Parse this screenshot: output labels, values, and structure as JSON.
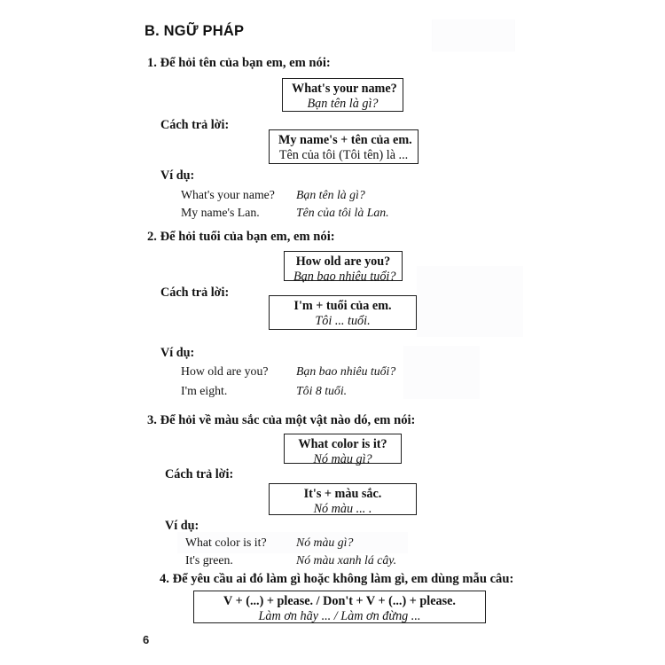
{
  "document": {
    "section_title": "B. NGỮ PHÁP",
    "page_number": "6",
    "labels": {
      "answer_way": "Cách trả lời:",
      "example": "Ví dụ:"
    }
  },
  "items": [
    {
      "heading": "1. Để hỏi tên của bạn em, em nói:",
      "question_box": {
        "en": "What's your name?",
        "vi": "Bạn tên là gì?",
        "vi_italic": true
      },
      "answer_label": "Cách trả lời:",
      "answer_box": {
        "en": "My name's + tên của em.",
        "vi": "Tên của tôi (Tôi tên) là ...",
        "vi_italic": false
      },
      "example_label": "Ví dụ:",
      "examples": [
        {
          "en": "What's your name?",
          "vi": "Bạn tên là gì?"
        },
        {
          "en": "My name's Lan.",
          "vi": "Tên của tôi là Lan."
        }
      ]
    },
    {
      "heading": "2. Để hỏi tuổi của bạn em, em nói:",
      "question_box": {
        "en": "How old are you?",
        "vi": "Bạn bao nhiêu tuổi?",
        "vi_italic": true
      },
      "answer_label": "Cách trả lời:",
      "answer_box": {
        "en": "I'm + tuổi của em.",
        "vi": "Tôi ... tuổi.",
        "vi_italic": true
      },
      "example_label": "Ví dụ:",
      "examples": [
        {
          "en": "How old are you?",
          "vi": "Bạn bao nhiêu tuổi?"
        },
        {
          "en": "I'm eight.",
          "vi": "Tôi 8 tuổi."
        }
      ]
    },
    {
      "heading": "3. Để hỏi về màu sắc của một vật nào dó, em nói:",
      "question_box": {
        "en": "What color is it?",
        "vi": "Nó màu gì?",
        "vi_italic": true
      },
      "answer_label": "Cách trả lời:",
      "answer_box": {
        "en": "It's + màu sắc.",
        "vi": "Nó màu ... .",
        "vi_italic": true
      },
      "example_label": "Ví dụ:",
      "examples": [
        {
          "en": "What color is it?",
          "vi": "Nó màu gì?"
        },
        {
          "en": "It's green.",
          "vi": "Nó màu xanh lá cây."
        }
      ]
    },
    {
      "heading": "4. Để yêu cầu ai đó làm gì hoặc không làm gì, em dùng mẫu câu:",
      "question_box": {
        "en": "V + (...) + please. / Don't + V + (...) + please.",
        "vi": "Làm ơn hãy ... / Làm ơn đừng ...",
        "vi_italic": true
      }
    }
  ]
}
